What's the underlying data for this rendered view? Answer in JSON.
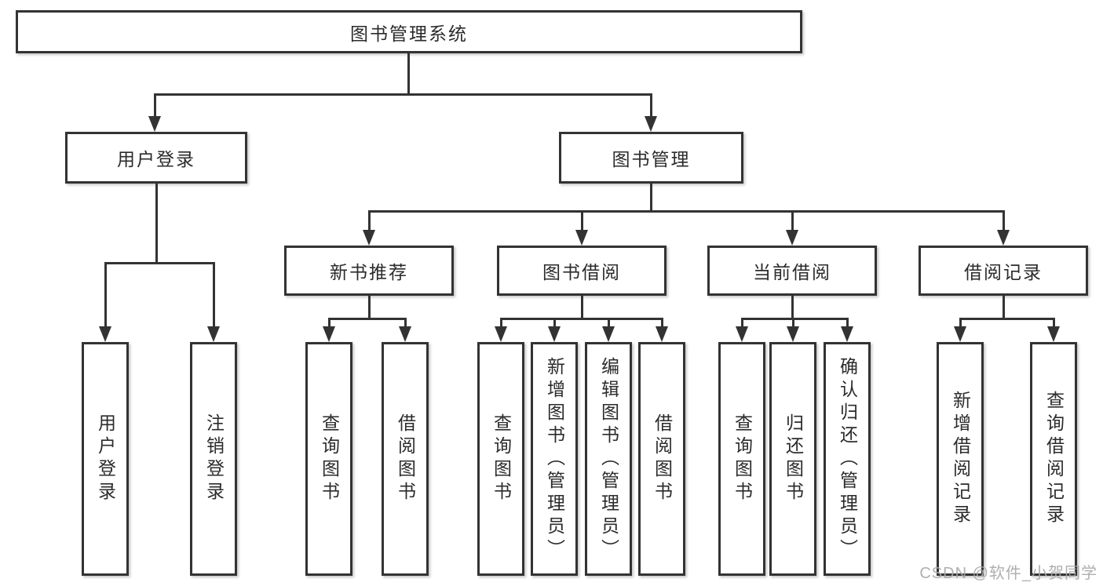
{
  "diagram": {
    "title": "图书管理系统",
    "branches": [
      {
        "label": "用户登录",
        "children": [
          "用户登录",
          "注销登录"
        ]
      },
      {
        "label": "图书管理",
        "groups": [
          {
            "label": "新书推荐",
            "children": [
              "查询图书",
              "借阅图书"
            ]
          },
          {
            "label": "图书借阅",
            "children": [
              "查询图书",
              "新增图书（管理员）",
              "编辑图书（管理员）",
              "借阅图书"
            ]
          },
          {
            "label": "当前借阅",
            "children": [
              "查询图书",
              "归还图书",
              "确认归还（管理员）"
            ]
          },
          {
            "label": "借阅记录",
            "children": [
              "新增借阅记录",
              "查询借阅记录"
            ]
          }
        ]
      }
    ]
  },
  "watermark": "CSDN @软件_小贺同学",
  "colors": {
    "line": "#333333",
    "box_border": "#333333",
    "box_background": "#ffffff",
    "text": "#2b2b2b",
    "watermark": "#a8a8a8"
  }
}
